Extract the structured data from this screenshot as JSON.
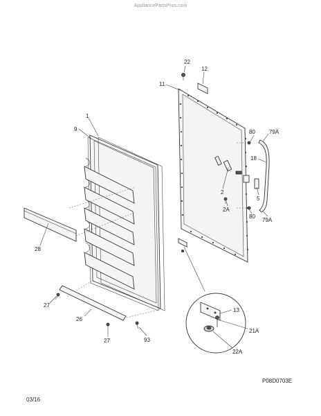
{
  "watermark": "AppliancePartsPros.com",
  "diagram_code": "P08D0703E",
  "date_code": "03/16",
  "callouts": [
    {
      "id": "c22",
      "text": "22"
    },
    {
      "id": "c12",
      "text": "12"
    },
    {
      "id": "c11",
      "text": "11"
    },
    {
      "id": "c1",
      "text": "1"
    },
    {
      "id": "c9",
      "text": "9"
    },
    {
      "id": "c80a",
      "text": "80"
    },
    {
      "id": "c79Aa",
      "text": "79A"
    },
    {
      "id": "c18",
      "text": "18"
    },
    {
      "id": "c2",
      "text": "2"
    },
    {
      "id": "c5",
      "text": "5"
    },
    {
      "id": "c2A",
      "text": "2A"
    },
    {
      "id": "c80b",
      "text": "80"
    },
    {
      "id": "c79Ab",
      "text": "79A"
    },
    {
      "id": "c28",
      "text": "28"
    },
    {
      "id": "c27a",
      "text": "27"
    },
    {
      "id": "c26",
      "text": "26"
    },
    {
      "id": "c27b",
      "text": "27"
    },
    {
      "id": "c93",
      "text": "93"
    },
    {
      "id": "c13",
      "text": "13"
    },
    {
      "id": "c21A",
      "text": "21A"
    },
    {
      "id": "c22A",
      "text": "22A"
    }
  ]
}
